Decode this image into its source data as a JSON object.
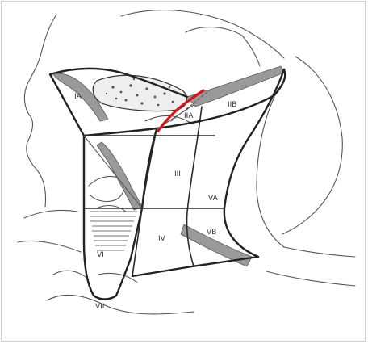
{
  "diagram": {
    "labels": {
      "IA": "IA",
      "IIB": "IIB",
      "IIA": "IIA",
      "III": "III",
      "VA": "VA",
      "IV": "IV",
      "VB": "VB",
      "VI": "VI",
      "VII": "VII"
    },
    "colors": {
      "background": "#ffffff",
      "outline": "#222222",
      "band": "#9a9a9a",
      "highlight": "#e01010"
    }
  }
}
